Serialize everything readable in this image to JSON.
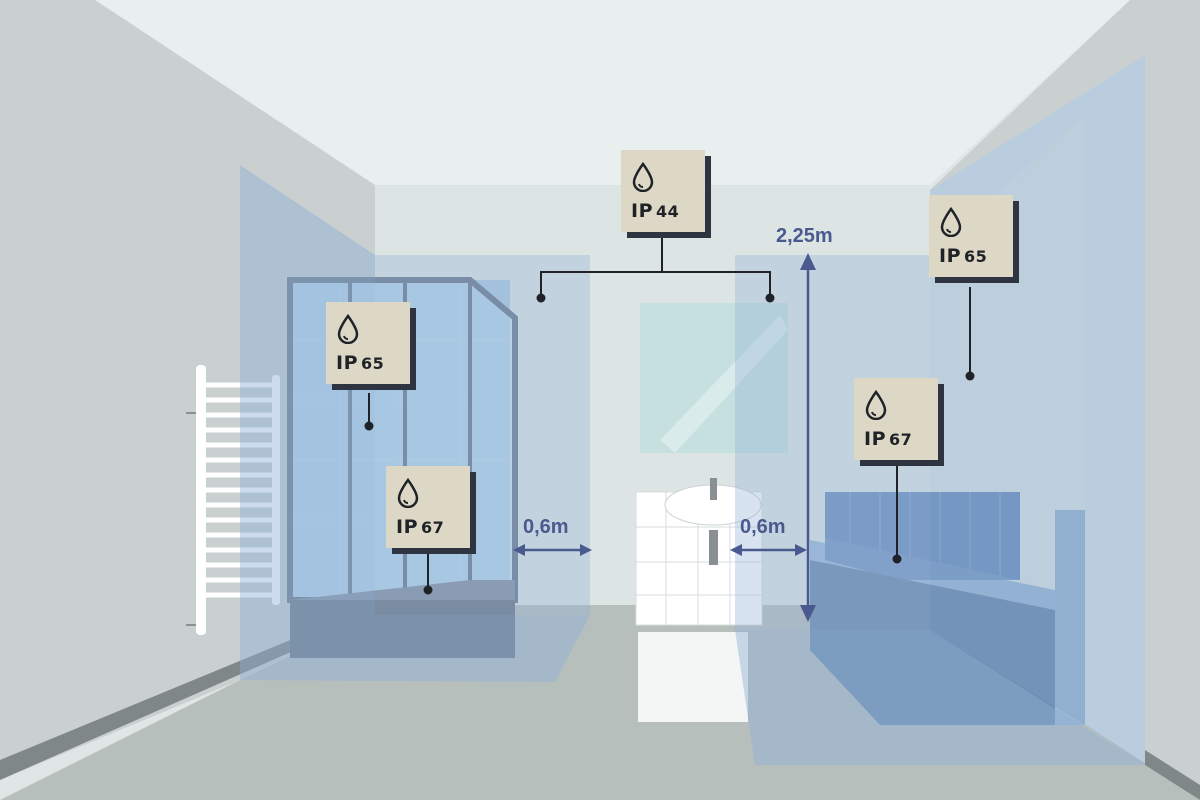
{
  "zones": [
    {
      "id": "shower-ip65",
      "ip": "IP",
      "rating": "65"
    },
    {
      "id": "shower-ip67",
      "ip": "IP",
      "rating": "67"
    },
    {
      "id": "general-ip44",
      "ip": "IP",
      "rating": "44"
    },
    {
      "id": "bath-ip65",
      "ip": "IP",
      "rating": "65"
    },
    {
      "id": "bath-ip67",
      "ip": "IP",
      "rating": "67"
    }
  ],
  "dimensions": {
    "shower_clearance": "0,6m",
    "basin_clearance": "0,6m",
    "zone_height": "2,25m"
  },
  "colors": {
    "zone_fill": "#8fb0d6",
    "card_bg": "#ddd7c6",
    "card_shadow": "#2e3540",
    "dimension": "#4a5a8e",
    "wall": "#c9d0cf",
    "floor": "#b7bfbd"
  }
}
